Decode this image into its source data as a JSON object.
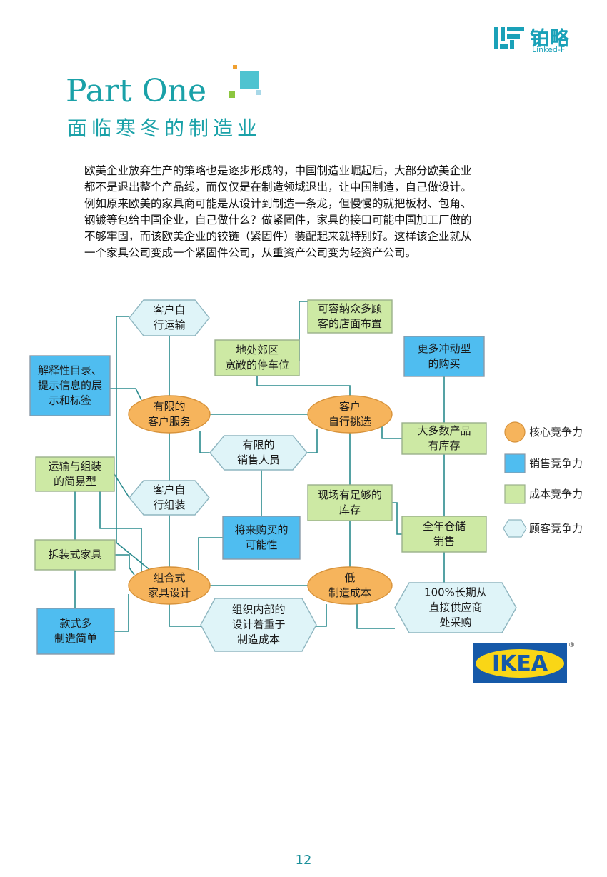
{
  "brand": {
    "name_cn": "铂略",
    "name_en": "Linked-F"
  },
  "section": {
    "title": "Part One",
    "subtitle": "面临寒冬的制造业"
  },
  "intro_lines": [
    "欧美企业放弃生产的策略也是逐步形成的，中国制造业崛起后，大部分欧美企业",
    "都不是退出整个产品线，而仅仅是在制造领域退出，让中国制造，自己做设计。",
    "例如原来欧美的家具商可能是从设计到制造一条龙，但慢慢的就把板材、包角、",
    "钢镀等包给中国企业，自己做什么？做紧固件，家具的接口可能中国加工厂做的",
    "不够牢固，而该欧美企业的铰链（紧固件）装配起来就特别好。这样该企业就从",
    "一个家具公司变成一个紧固件公司，从重资产公司变为轻资产公司。"
  ],
  "colors": {
    "core": "#f6b45c",
    "sales": "#4fbdf0",
    "cost": "#cde9a4",
    "customer": "#dff4f8",
    "line": "#2a8b8e",
    "accent": "#1aa1b8"
  },
  "nodes": [
    {
      "id": "n1",
      "label": [
        "客户自",
        "行运输"
      ],
      "type": "customer"
    },
    {
      "id": "n2",
      "label": [
        "可容纳众多顾",
        "客的店面布置"
      ],
      "type": "cost"
    },
    {
      "id": "n3",
      "label": [
        "地处郊区",
        "宽敞的停车位"
      ],
      "type": "cost"
    },
    {
      "id": "n4",
      "label": [
        "更多冲动型",
        "的购买"
      ],
      "type": "sales"
    },
    {
      "id": "n5",
      "label": [
        "解释性目录、",
        "提示信息的展",
        "示和标签"
      ],
      "type": "sales"
    },
    {
      "id": "n6",
      "label": [
        "有限的",
        "客户服务"
      ],
      "type": "core"
    },
    {
      "id": "n7",
      "label": [
        "客户",
        "自行挑选"
      ],
      "type": "core"
    },
    {
      "id": "n8",
      "label": [
        "大多数产品",
        "有库存"
      ],
      "type": "cost"
    },
    {
      "id": "n9",
      "label": [
        "有限的",
        "销售人员"
      ],
      "type": "customer"
    },
    {
      "id": "n10",
      "label": [
        "运输与组装",
        "的简易型"
      ],
      "type": "cost"
    },
    {
      "id": "n11",
      "label": [
        "客户自",
        "行组装"
      ],
      "type": "customer"
    },
    {
      "id": "n12",
      "label": [
        "现场有足够的",
        "库存"
      ],
      "type": "cost"
    },
    {
      "id": "n13",
      "label": [
        "将来购买的",
        "可能性"
      ],
      "type": "sales"
    },
    {
      "id": "n14",
      "label": [
        "全年仓储",
        "销售"
      ],
      "type": "cost"
    },
    {
      "id": "n15",
      "label": [
        "拆装式家具"
      ],
      "type": "cost"
    },
    {
      "id": "n16",
      "label": [
        "组合式",
        "家具设计"
      ],
      "type": "core"
    },
    {
      "id": "n17",
      "label": [
        "低",
        "制造成本"
      ],
      "type": "core"
    },
    {
      "id": "n18",
      "label": [
        "100%长期从",
        "直接供应商",
        "处采购"
      ],
      "type": "customer"
    },
    {
      "id": "n19",
      "label": [
        "款式多",
        "制造简单"
      ],
      "type": "sales"
    },
    {
      "id": "n20",
      "label": [
        "组织内部的",
        "设计着重于",
        "制造成本"
      ],
      "type": "customer"
    }
  ],
  "legend": [
    {
      "label": "核心竞争力",
      "type": "core"
    },
    {
      "label": "销售竞争力",
      "type": "sales"
    },
    {
      "label": "成本竞争力",
      "type": "cost"
    },
    {
      "label": "顾客竞争力",
      "type": "customer"
    }
  ],
  "ikea": {
    "text": "IKEA",
    "mark": "®"
  },
  "page_number": "12"
}
